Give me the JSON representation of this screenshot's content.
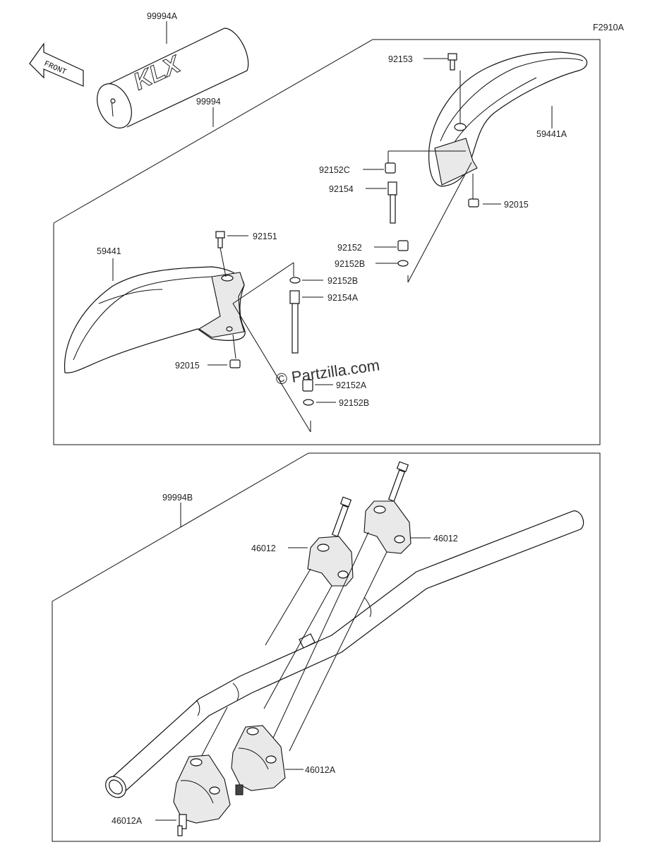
{
  "diagram_code": "F2910A",
  "watermark": "© Partzilla.com",
  "front_arrow_label": "FRONT",
  "pad_brand": "KLX",
  "callouts": [
    {
      "id": "99994A",
      "label": "99994A"
    },
    {
      "id": "99994",
      "label": "99994"
    },
    {
      "id": "92153",
      "label": "92153"
    },
    {
      "id": "59441A",
      "label": "59441A"
    },
    {
      "id": "92152C",
      "label": "92152C"
    },
    {
      "id": "92154",
      "label": "92154"
    },
    {
      "id": "92015-a",
      "label": "92015"
    },
    {
      "id": "92151",
      "label": "92151"
    },
    {
      "id": "59441",
      "label": "59441"
    },
    {
      "id": "92152",
      "label": "92152"
    },
    {
      "id": "92152B-a",
      "label": "92152B"
    },
    {
      "id": "92152B-b",
      "label": "92152B"
    },
    {
      "id": "92154A",
      "label": "92154A"
    },
    {
      "id": "92015-b",
      "label": "92015"
    },
    {
      "id": "92152A",
      "label": "92152A"
    },
    {
      "id": "92152B-c",
      "label": "92152B"
    },
    {
      "id": "99994B",
      "label": "99994B"
    },
    {
      "id": "46012-a",
      "label": "46012"
    },
    {
      "id": "46012-b",
      "label": "46012"
    },
    {
      "id": "46012A-a",
      "label": "46012A"
    },
    {
      "id": "46012A-b",
      "label": "46012A"
    }
  ]
}
